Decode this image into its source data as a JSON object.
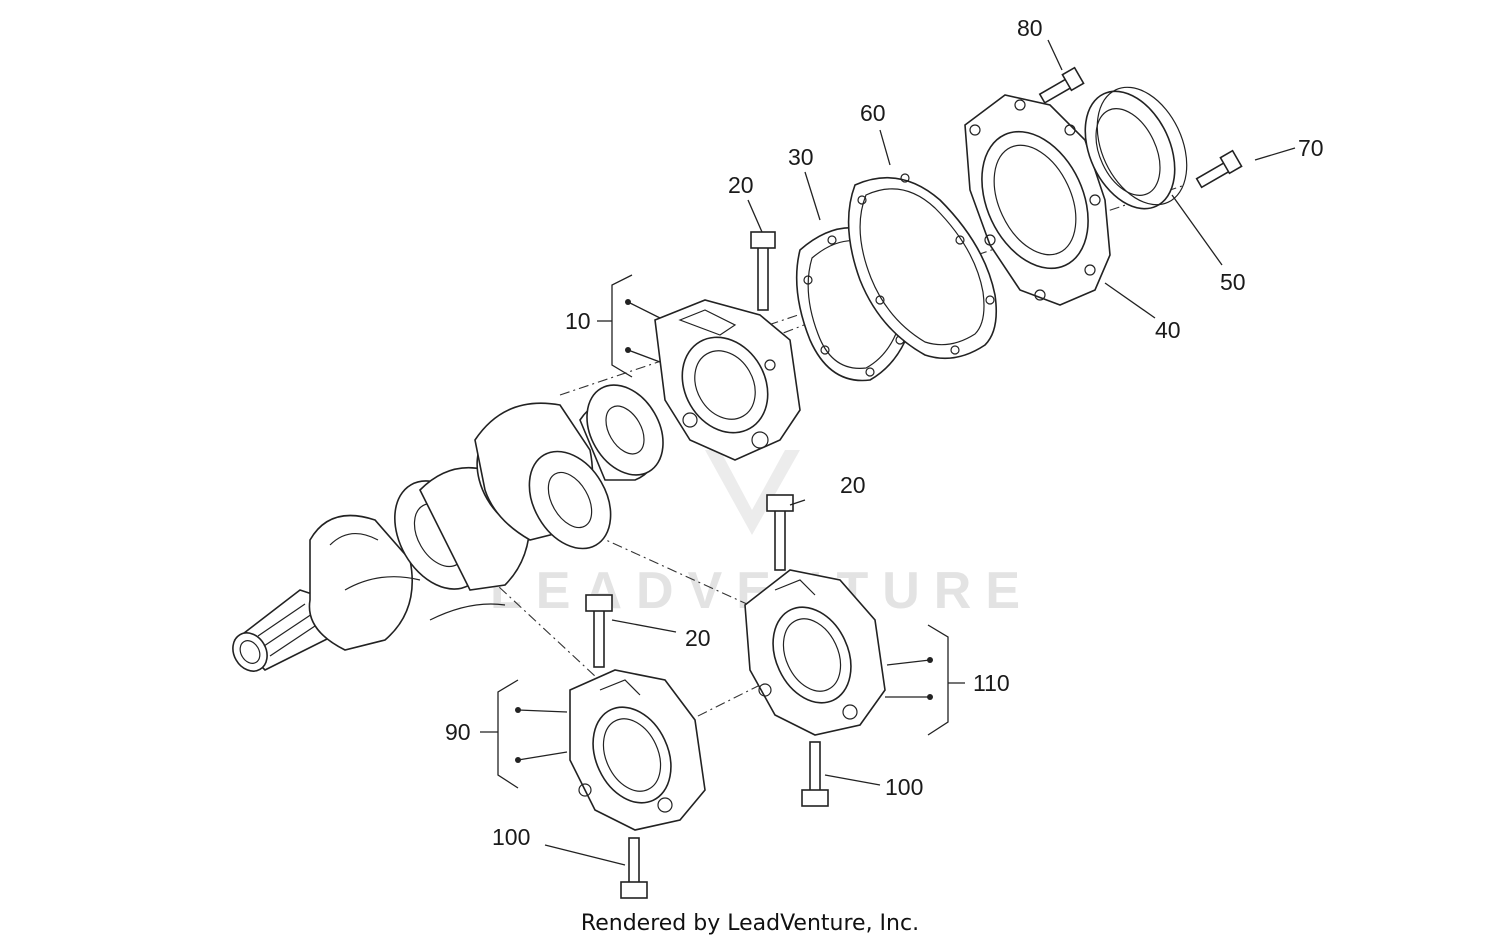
{
  "footer": "Rendered by LeadVenture, Inc.",
  "watermark": "LEADVENTURE",
  "callouts": {
    "c80": "80",
    "c70": "70",
    "c60": "60",
    "c30": "30",
    "c20a": "20",
    "c50": "50",
    "c40": "40",
    "c10": "10",
    "c20b": "20",
    "c20c": "20",
    "c110": "110",
    "c90": "90",
    "c100a": "100",
    "c100b": "100"
  },
  "icons": {
    "crankshaft": "crankshaft-drawing",
    "bearing_housing": "bearing-housing-drawing",
    "gasket": "gasket-drawing",
    "seal_housing": "seal-housing-drawing",
    "oil_seal": "oil-seal-drawing",
    "bolt": "bolt-drawing"
  }
}
